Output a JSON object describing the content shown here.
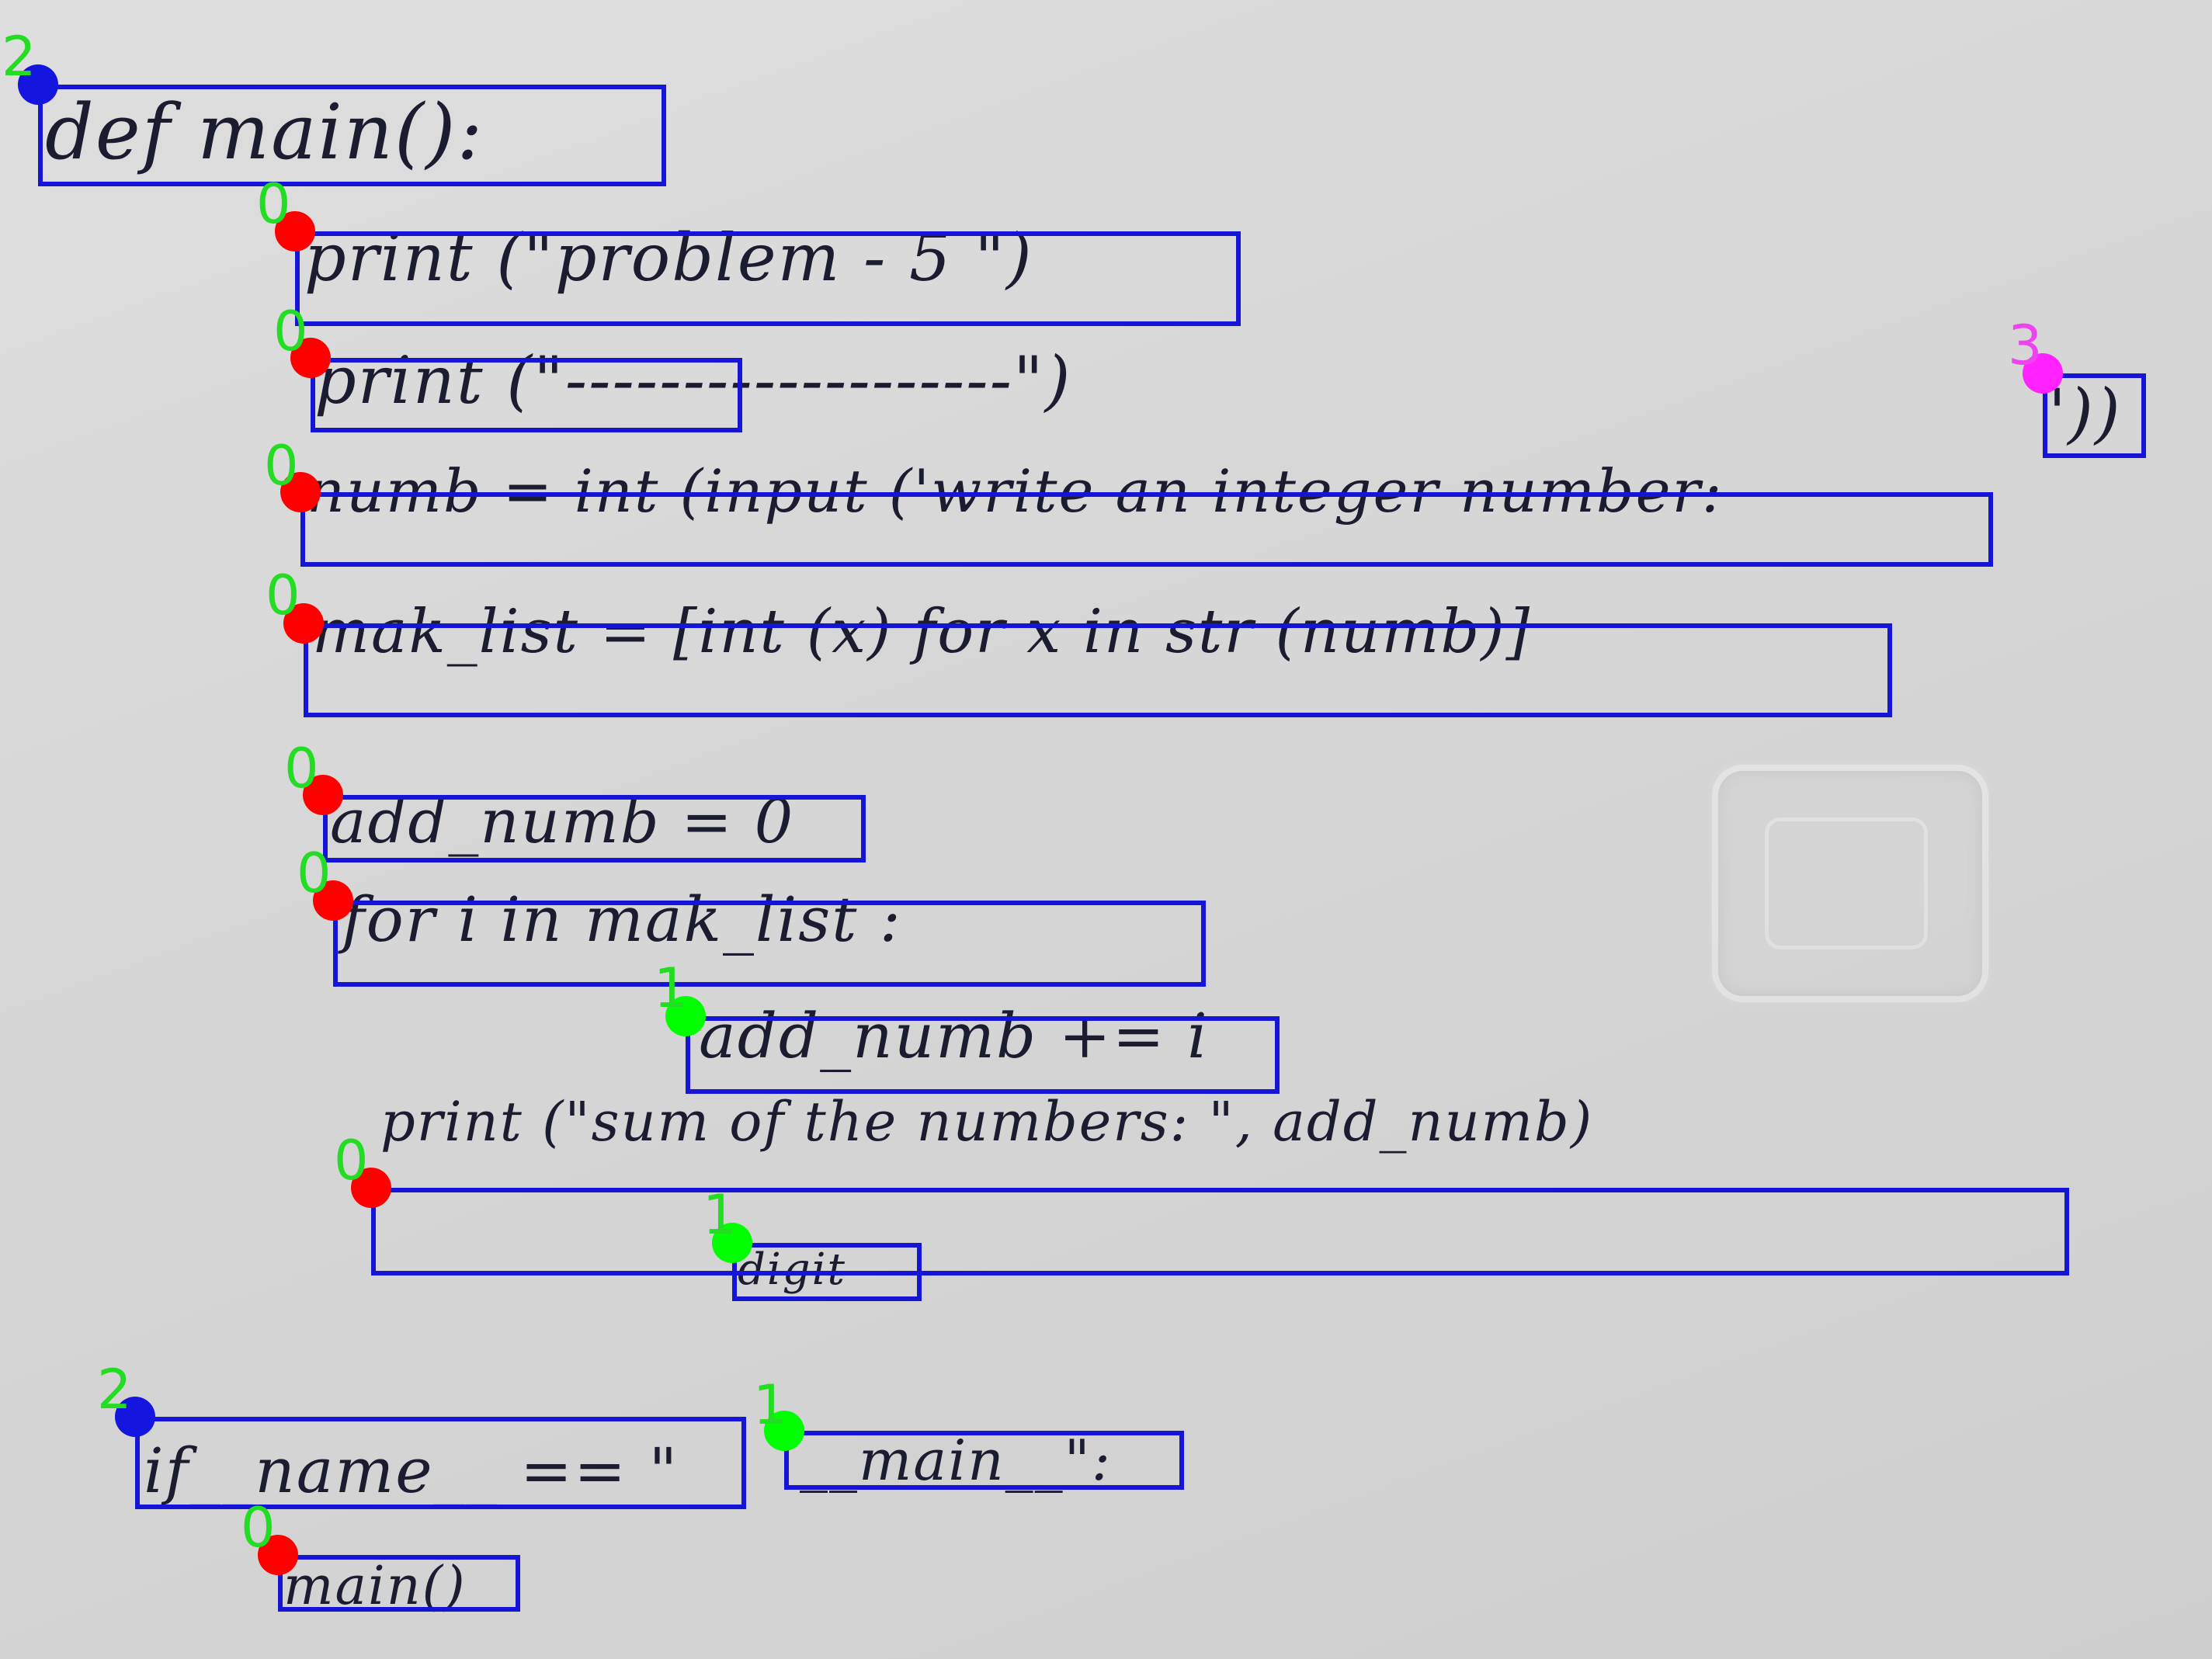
{
  "handwriting": {
    "line1": "def main():",
    "line2": "print (\"problem - 5 \")",
    "line3": "print (\"-------------------\")",
    "line4a": "numb = int (input ('write an integer number:",
    "line4b": "'))",
    "line5": "mak_list = [int (x) for x in str (numb)]",
    "line6": "add_numb = 0",
    "line7": "for i in mak_list :",
    "line8": "add_numb += i",
    "line9": "print (\"sum of the numbers:   \", add_numb)",
    "line9_insert": "digit",
    "line10a": "if__name__ == \"",
    "line10b": "__main__\":",
    "line11": "main()"
  },
  "labels": {
    "def_main": "2",
    "print_problem": "0",
    "print_dashes": "0",
    "numb_assign": "0",
    "closing_paren": "3",
    "mak_list": "0",
    "add_numb_init": "0",
    "for_loop": "0",
    "add_numb_increment": "1",
    "print_sum": "0",
    "digit_insert": "1",
    "if_name": "2",
    "main_string": "1",
    "main_call": "0"
  },
  "colors": {
    "box": "#1515d8",
    "dot_level_0": "#ff0000",
    "dot_level_1": "#00ff00",
    "dot_level_2": "#1515e0",
    "dot_level_3": "#ff22ff",
    "label_text": "#22dd22"
  }
}
